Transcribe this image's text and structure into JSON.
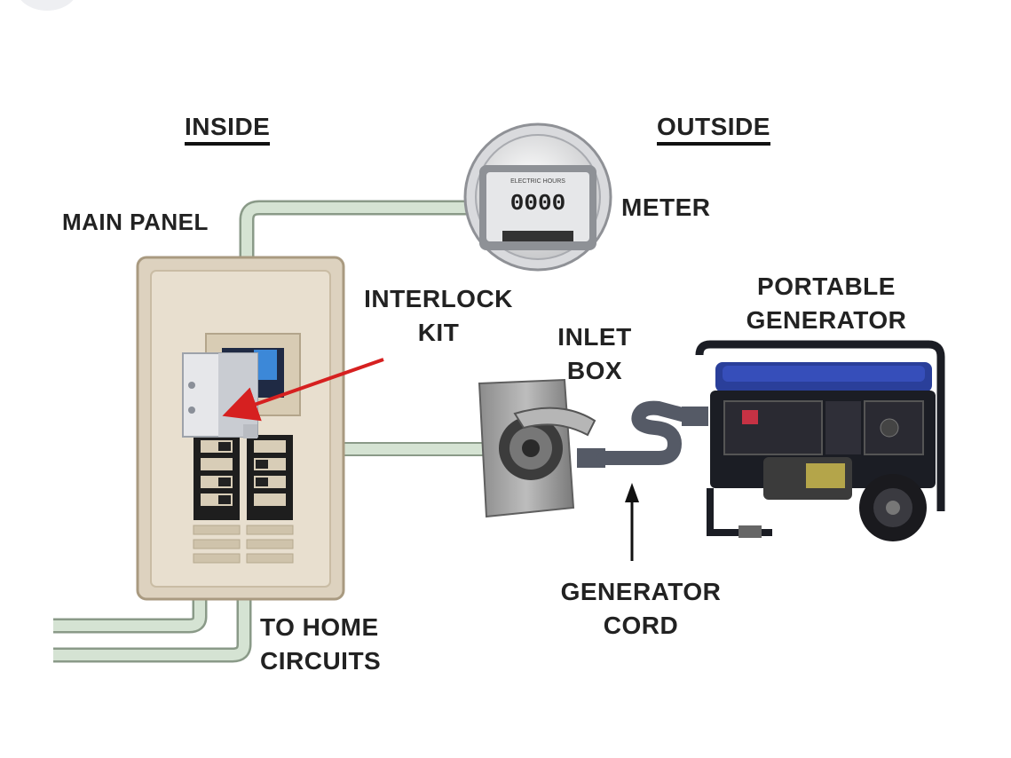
{
  "diagram": {
    "labels": {
      "inside": "INSIDE",
      "outside": "OUTSIDE",
      "main_panel": "MAIN PANEL",
      "meter": "METER",
      "interlock_kit": "INTERLOCK\nKIT",
      "inlet_box": "INLET\nBOX",
      "portable_generator": "PORTABLE\nGENERATOR",
      "generator_cord": "GENERATOR\nCORD",
      "to_home_circuits": "TO HOME\nCIRCUITS"
    },
    "meter_face_text": "ELECTRIC HOURS",
    "meter_digits": "0000",
    "colors": {
      "conduit": "#d5e3d3",
      "conduit_edge": "#8a9a88",
      "panel": "#ddd2bf",
      "panel_edge": "#a99a80",
      "arrow": "#d62020",
      "cord": "#555a66",
      "generator_frame": "#1b1d24"
    }
  }
}
